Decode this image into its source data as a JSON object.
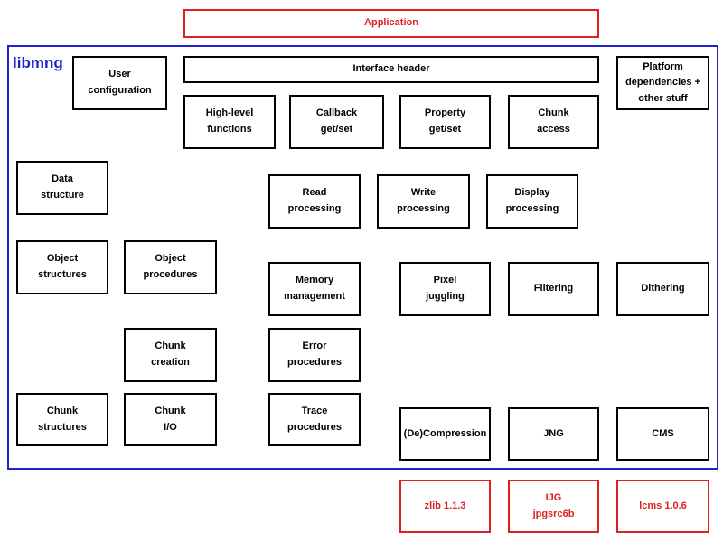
{
  "title": {
    "label": "libmng"
  },
  "application": {
    "label": "Application"
  },
  "boxes": {
    "user_configuration": "User\nconfiguration",
    "interface_header": "Interface header",
    "platform_dependencies": "Platform\ndependencies +\nother stuff",
    "high_level_functions": "High-level\nfunctions",
    "callback_getset": "Callback\nget/set",
    "property_getset": "Property\nget/set",
    "chunk_access": "Chunk\naccess",
    "data_structure": "Data\nstructure",
    "read_processing": "Read\nprocessing",
    "write_processing": "Write\nprocessing",
    "display_processing": "Display\nprocessing",
    "object_structures": "Object\nstructures",
    "object_procedures": "Object\nprocedures",
    "memory_management": "Memory\nmanagement",
    "pixel_juggling": "Pixel\njuggling",
    "filtering": "Filtering",
    "dithering": "Dithering",
    "chunk_creation": "Chunk\ncreation",
    "error_procedures": "Error\nprocedures",
    "chunk_structures": "Chunk\nstructures",
    "chunk_io": "Chunk\nI/O",
    "trace_procedures": "Trace\nprocedures",
    "decompression": "(De)Compression",
    "jng": "JNG",
    "cms": "CMS"
  },
  "external": {
    "zlib": "zlib 1.1.3",
    "ijg": "IJG\njpgsrc6b",
    "lcms": "lcms 1.0.6"
  },
  "colors": {
    "accent_red": "#e02020",
    "accent_blue": "#2222cc",
    "box_border": "#000000",
    "background": "#ffffff"
  }
}
